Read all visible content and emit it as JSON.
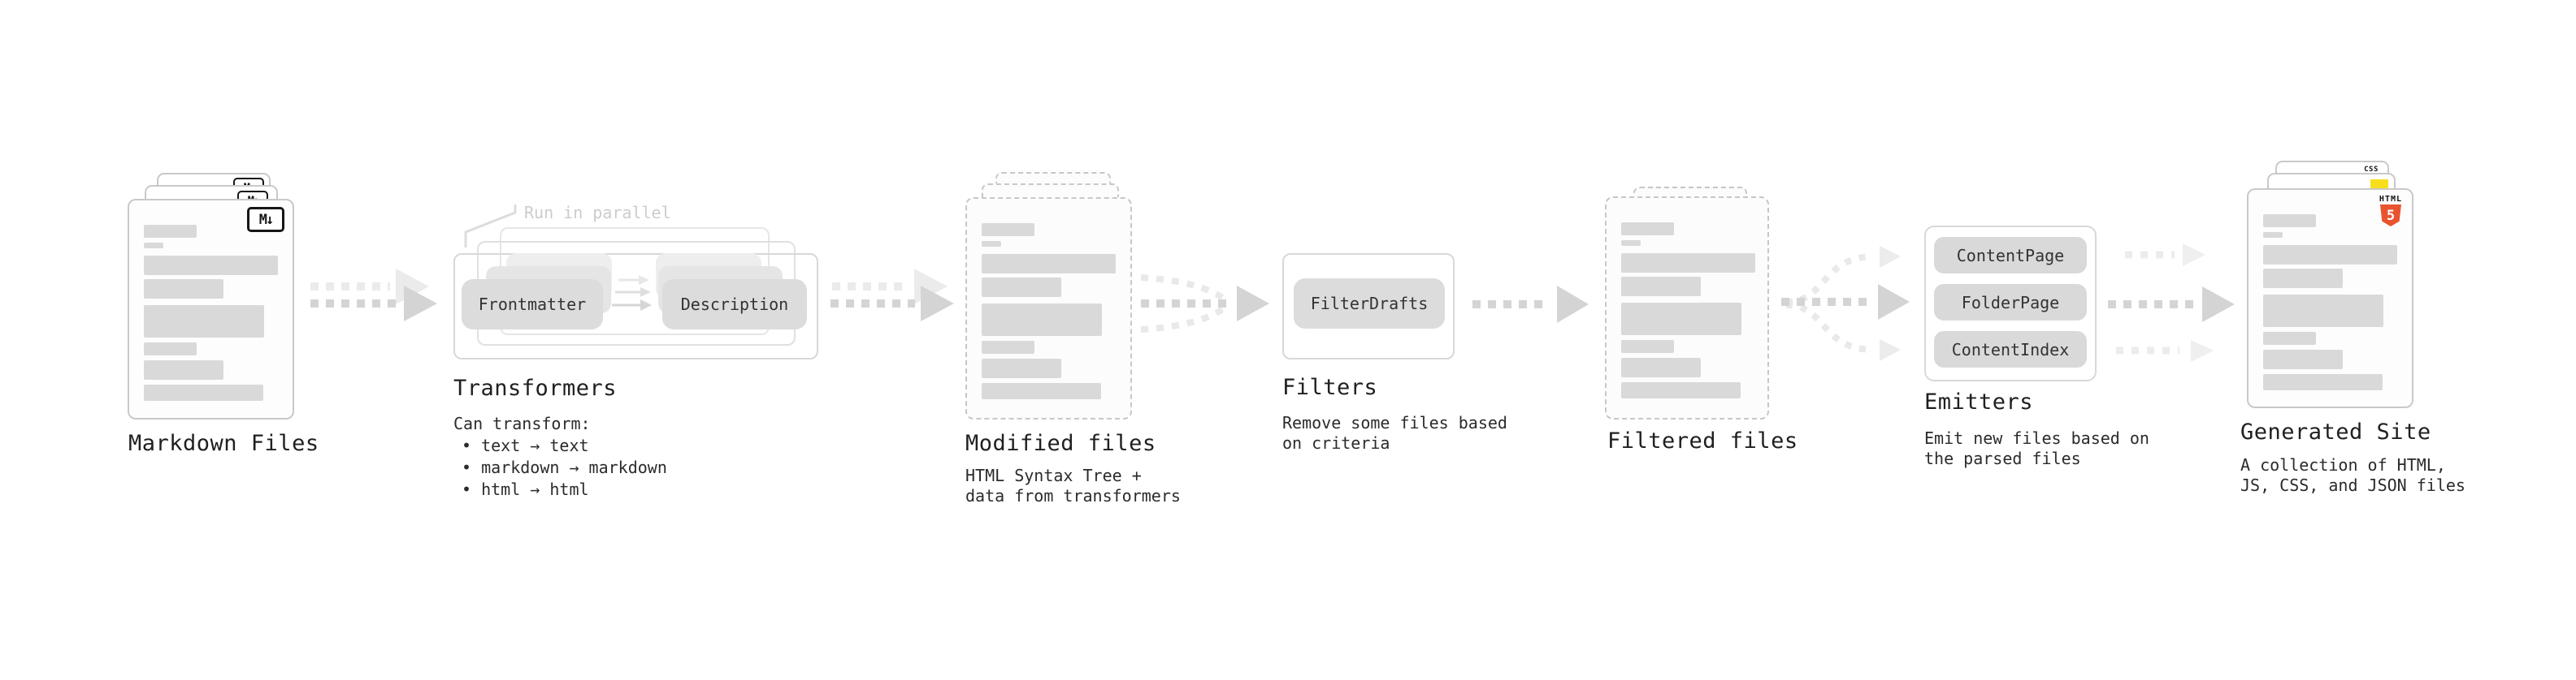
{
  "stages": {
    "markdown": {
      "title": "Markdown Files"
    },
    "transformers": {
      "title": "Transformers",
      "annotation": "Run in parallel",
      "pill_left": "Frontmatter",
      "pill_right": "Description",
      "note": "Can transform:",
      "bullets": [
        "• text → text",
        "• markdown → markdown",
        "• html → html"
      ]
    },
    "modified": {
      "title": "Modified files",
      "desc1": "HTML Syntax Tree +",
      "desc2": "data from transformers"
    },
    "filters": {
      "title": "Filters",
      "pill": "FilterDrafts",
      "desc1": "Remove some files based",
      "desc2": "on criteria"
    },
    "filtered": {
      "title": "Filtered files"
    },
    "emitters": {
      "title": "Emitters",
      "pill1": "ContentPage",
      "pill2": "FolderPage",
      "pill3": "ContentIndex",
      "desc1": "Emit new files based on",
      "desc2": "the parsed files"
    },
    "generated": {
      "title": "Generated Site",
      "desc1": "A collection of HTML,",
      "desc2": "JS, CSS, and JSON files"
    }
  },
  "icons": {
    "markdown_badge": "M↓",
    "html5_badge_label": "HTML",
    "html5_badge_number": "5",
    "css_badge_label": "CSS"
  },
  "colors": {
    "html5_orange": "#e8542f",
    "js_yellow": "#f7df1e",
    "css_blue": "#2760e6"
  }
}
